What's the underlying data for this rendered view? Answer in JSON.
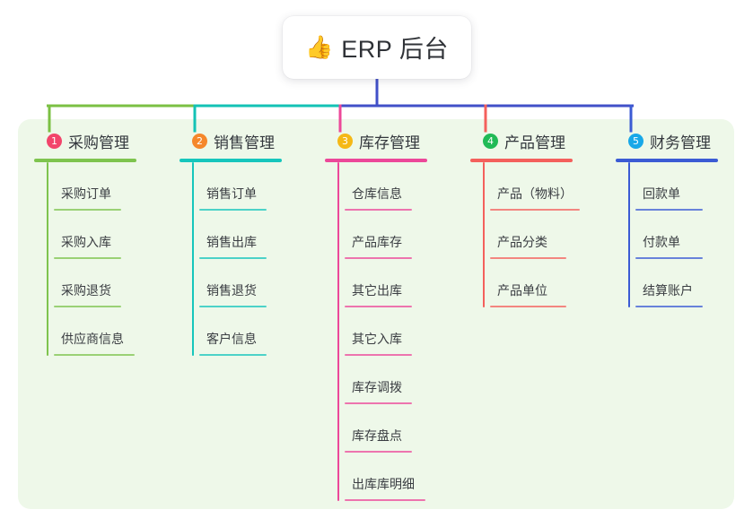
{
  "root": {
    "emoji": "👍",
    "emoji_name": "thumbs-up-icon",
    "title": "ERP 后台"
  },
  "palette": {
    "panel_bg": "#eef8e9",
    "page_bg": "#ffffff",
    "card_bg": "#ffffff",
    "text": "#33373d",
    "bus_green": "#7bc043",
    "bus_teal": "#13c2b5",
    "bus_blue": "#4150c8"
  },
  "columns": [
    {
      "index": "1",
      "title": "采购管理",
      "color": "#7ec44e",
      "badge_color": "#f2456b",
      "rule_width": 114,
      "items": [
        {
          "label": "采购订单",
          "rule_width": 75
        },
        {
          "label": "采购入库",
          "rule_width": 75
        },
        {
          "label": "采购退货",
          "rule_width": 75
        },
        {
          "label": "供应商信息",
          "rule_width": 90
        }
      ]
    },
    {
      "index": "2",
      "title": "销售管理",
      "color": "#16c6bc",
      "badge_color": "#f5872b",
      "rule_width": 114,
      "items": [
        {
          "label": "销售订单",
          "rule_width": 75
        },
        {
          "label": "销售出库",
          "rule_width": 75
        },
        {
          "label": "销售退货",
          "rule_width": 75
        },
        {
          "label": "客户信息",
          "rule_width": 75
        }
      ]
    },
    {
      "index": "3",
      "title": "库存管理",
      "color": "#ec4899",
      "badge_color": "#f5b816",
      "rule_width": 114,
      "items": [
        {
          "label": "仓库信息",
          "rule_width": 75
        },
        {
          "label": "产品库存",
          "rule_width": 75
        },
        {
          "label": "其它出库",
          "rule_width": 75
        },
        {
          "label": "其它入库",
          "rule_width": 75
        },
        {
          "label": "库存调拨",
          "rule_width": 75
        },
        {
          "label": "库存盘点",
          "rule_width": 75
        },
        {
          "label": "出库库明细",
          "rule_width": 90
        }
      ]
    },
    {
      "index": "4",
      "title": "产品管理",
      "color": "#f4605c",
      "badge_color": "#21ba56",
      "rule_width": 114,
      "items": [
        {
          "label": "产品（物料）",
          "rule_width": 100
        },
        {
          "label": "产品分类",
          "rule_width": 85
        },
        {
          "label": "产品单位",
          "rule_width": 85
        }
      ]
    },
    {
      "index": "5",
      "title": "财务管理",
      "color": "#3b5bd4",
      "badge_color": "#18a8e8",
      "rule_width": 114,
      "items": [
        {
          "label": "回款单",
          "rule_width": 75
        },
        {
          "label": "付款单",
          "rule_width": 75
        },
        {
          "label": "结算账户",
          "rule_width": 75
        }
      ]
    }
  ]
}
